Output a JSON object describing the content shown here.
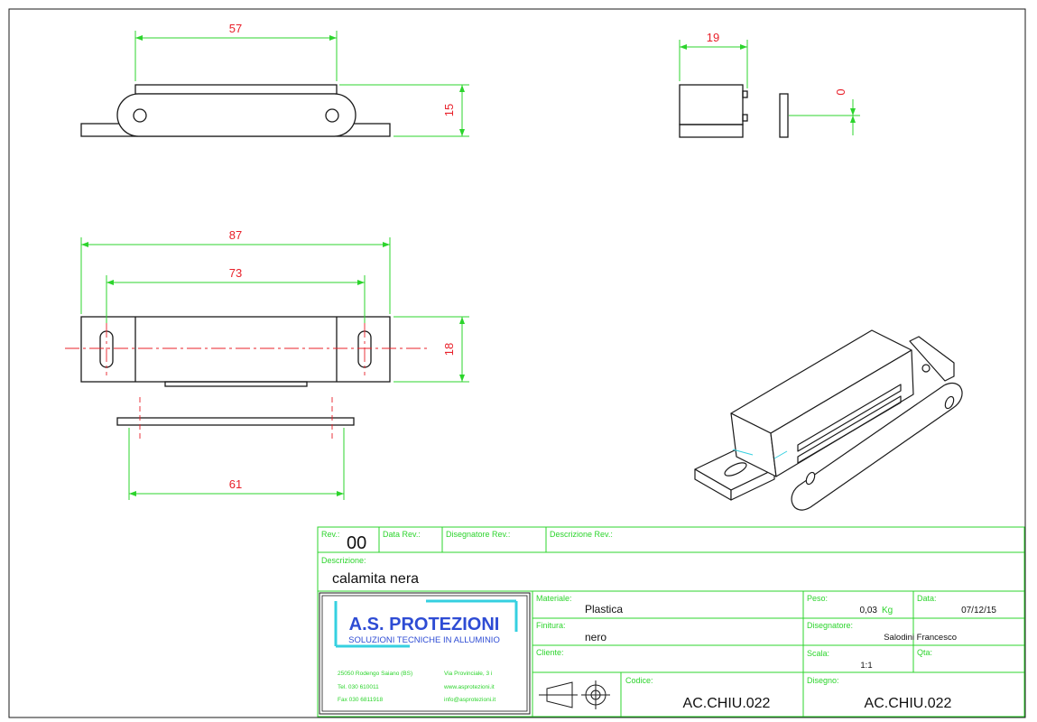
{
  "dimensions": {
    "top_view_width": "57",
    "top_view_height": "15",
    "side_view_width": "19",
    "side_view_gap": "0",
    "front_view_overall": "87",
    "front_view_holes": "73",
    "front_view_height": "18",
    "plate_length": "61"
  },
  "title_block": {
    "rev_label": "Rev.:",
    "rev_value": "00",
    "data_rev_label": "Data Rev.:",
    "disegnatore_rev_label": "Disegnatore Rev.:",
    "descrizione_rev_label": "Descrizione Rev.:",
    "descrizione_label": "Descrizione:",
    "descrizione_value": "calamita nera",
    "materiale_label": "Materiale:",
    "materiale_value": "Plastica",
    "finitura_label": "Finitura:",
    "finitura_value": "nero",
    "cliente_label": "Cliente:",
    "codice_label": "Codice:",
    "codice_value": "AC.CHIU.022",
    "peso_label": "Peso:",
    "peso_value": "0,03",
    "peso_unit": "Kg",
    "data_label": "Data:",
    "data_value": "07/12/15",
    "disegnatore_label": "Disegnatore:",
    "disegnatore_value": "Salodini Francesco",
    "scala_label": "Scala:",
    "scala_value": "1:1",
    "qta_label": "Qta:",
    "disegno_label": "Disegno:",
    "disegno_value": "AC.CHIU.022"
  },
  "company": {
    "name": "A.S. PROTEZIONI",
    "tagline": "SOLUZIONI TECNICHE IN ALLUMINIO",
    "address_city": "25050 Rodengo Saiano (BS)",
    "address_street": "Via Provinciale, 3 i",
    "tel": "Tel.  030 610011",
    "web": "www.asprotezioni.it",
    "fax": "Fax  030 6811918",
    "email": "info@asprotezioni.it"
  },
  "colors": {
    "dimension_line": "#2cd42c",
    "dimension_text": "#e8202a",
    "axis_line": "#e8202a",
    "part_outline": "#1a1a1a",
    "title_block_border": "#2cd42c",
    "logo_text": "#2e4cd4",
    "logo_accent": "#35d0e0"
  }
}
